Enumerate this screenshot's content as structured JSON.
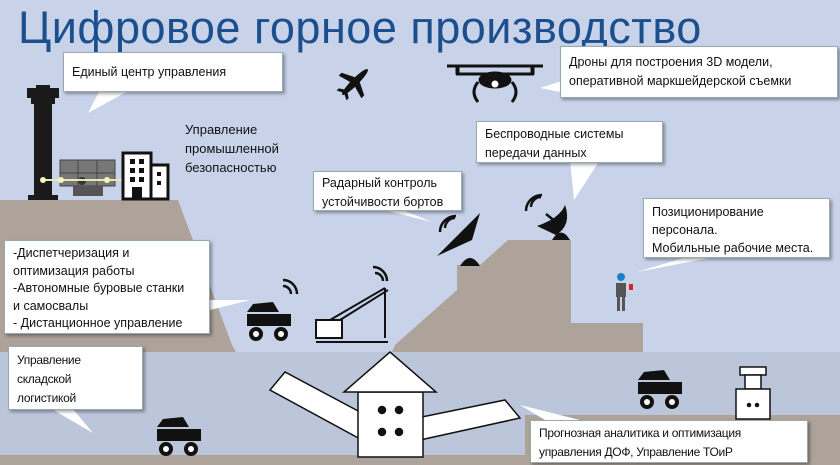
{
  "title": "Цифровое горное производство",
  "callouts": {
    "control_center": "Единый центр управления",
    "drones": [
      "Дроны для построения 3D модели,",
      "оперативной маркшейдерской съемки"
    ],
    "wireless": [
      "Беспроводные  системы",
      "передачи данных"
    ],
    "radar": [
      "Радарный контроль",
      "устойчивости бортов"
    ],
    "positioning": [
      "Позиционирование",
      "персонала.",
      "Мобильные рабочие места."
    ],
    "dispatch": [
      "-Диспетчеризация и",
      "оптимизация работы",
      "-Автономные буровые станки",
      "и самосвалы",
      "- Дистанционное управление"
    ],
    "storage": [
      "Управление",
      "складской",
      "логистикой"
    ],
    "analytics": [
      "Прогнозная аналитика и оптимизация",
      "управления ДОФ, Управление ТОиР"
    ]
  },
  "labels": {
    "safety": [
      "Управление",
      "промышленной",
      "безопасностью"
    ]
  },
  "colors": {
    "sky": "#c8d3ea",
    "ground": "#ada39a",
    "lower_band": "#bcc6da",
    "title": "#1c4f8e"
  }
}
